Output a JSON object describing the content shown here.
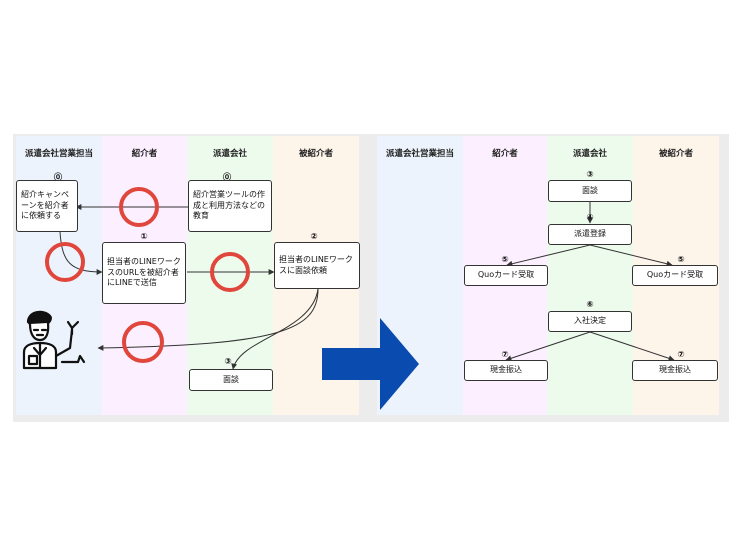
{
  "left_diagram": {
    "lanes": [
      "派遣会社営業担当",
      "紹介者",
      "派遣会社",
      "被紹介者"
    ],
    "nodes": {
      "campaign": {
        "num": "⓪",
        "text": "紹介キャンペーンを紹介者に依頼する"
      },
      "tool": {
        "num": "⓪",
        "text": "紹介営業ツールの作成と利用方法などの教育"
      },
      "send_url": {
        "num": "①",
        "text": "担当者のLINEワークスのURLを被紹介者にLINEで送信"
      },
      "request": {
        "num": "②",
        "text": "担当者のLINEワークスに面談依頼"
      },
      "interview": {
        "num": "③",
        "text": "面談"
      }
    },
    "icons": [
      "person-icon"
    ]
  },
  "right_diagram": {
    "lanes": [
      "派遣会社営業担当",
      "紹介者",
      "派遣会社",
      "被紹介者"
    ],
    "nodes": {
      "interview": {
        "num": "③",
        "text": "面談"
      },
      "registration": {
        "num": "④",
        "text": "派遣登録"
      },
      "quo_referrer": {
        "num": "⑤",
        "text": "Quoカード受取"
      },
      "quo_referred": {
        "num": "⑤",
        "text": "Quoカード受取"
      },
      "hired": {
        "num": "⑥",
        "text": "入社決定"
      },
      "cash_referrer": {
        "num": "⑦",
        "text": "現金振込"
      },
      "cash_referred": {
        "num": "⑦",
        "text": "現金振込"
      }
    }
  },
  "colors": {
    "lane_blue": "#edf3fc",
    "lane_pink": "#fcefff",
    "lane_green": "#edfbed",
    "lane_orange": "#fdf4ea",
    "circle_red": "#e0463b",
    "arrow_blue": "#0a4bb0"
  }
}
